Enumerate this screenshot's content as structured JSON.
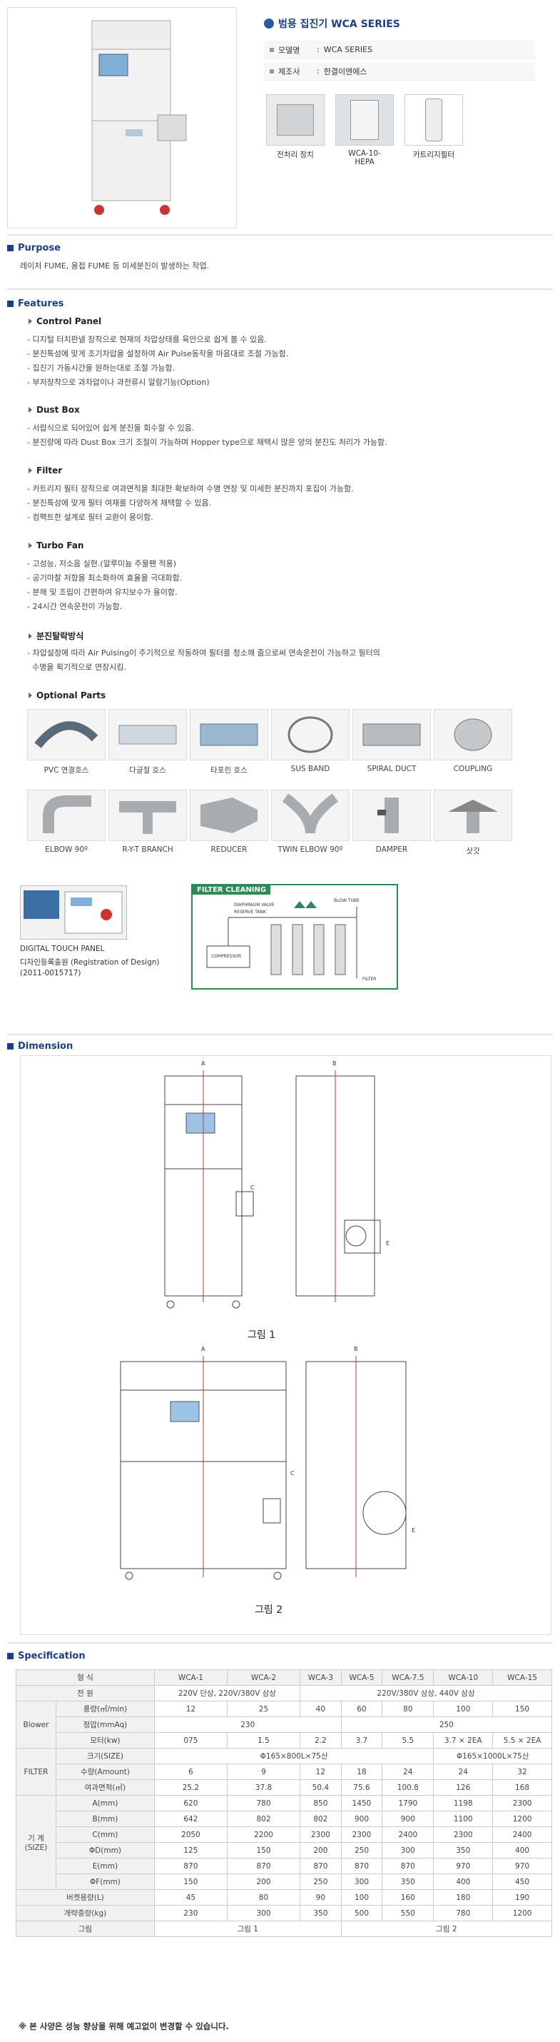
{
  "header": {
    "product_title": "범용 집진기 WCA SERIES",
    "info": [
      {
        "label": "모델명",
        "value": "WCA SERIES"
      },
      {
        "label": "제조사",
        "value": "한결이엔에스"
      }
    ],
    "thumbnails": [
      "전처리 장치",
      "WCA-10-HEPA",
      "카트리지필터"
    ]
  },
  "purpose": {
    "title": "Purpose",
    "text": "레이저 FUME, 용접 FUME 등 미세분진이 발생하는 작업."
  },
  "features": {
    "title": "Features",
    "groups": [
      {
        "title": "Control Panel",
        "lines": [
          "- 디지털 터치판넬 장착으로 현재의 차압상태를 육안으로 쉽게 볼 수 있음.",
          "- 분진특성에 맞게 조기차압을 설정하여 Air Pulse동작을 마음대로 조절 가능함.",
          "- 집진기 가동시간을 원하는대로 조절 가능함.",
          "- 부저장착으로 과차압이나 과전류시 알람기능(Option)"
        ]
      },
      {
        "title": "Dust Box",
        "lines": [
          "- 서랍식으로 되어있어 쉽게 분진을 회수할 수 있음.",
          "- 분진량에 따라 Dust Box 크기 조절이 가능하며 Hopper type으로 채택시 많은 양의 분진도 처리가 가능함."
        ]
      },
      {
        "title": "Filter",
        "lines": [
          "- 카트리지 필터 장착으로 여과면적을 최대한 확보하여 수명 연장 및 미세한 분진까지 포집이 가능함.",
          "- 분진특성에 맞게 필터 여재를 다양하게 채택할 수 있음.",
          "- 컴팩트한 설계로 필터 교환이 용이함."
        ]
      },
      {
        "title": "Turbo Fan",
        "lines": [
          "- 고성능, 저소음 실현.(알루미늄 주물팬 적용)",
          "- 공기마찰 저항을 최소화하여 효율을 극대화함.",
          "- 분해 및 조립이 간편하여 유지보수가 용이함.",
          "- 24시간 연속운전이 가능함."
        ]
      },
      {
        "title": "분진탈락방식",
        "lines": [
          "- 차압설정에 따라 Air Pulsing이 주기적으로 작동하여 필터를 청소해 줌으로써 연속운전이 가능하고 필터의",
          "  수명을 획기적으로 연장시킴."
        ]
      }
    ],
    "optional_parts_title": "Optional Parts",
    "parts_row1": [
      "PVC 연결호스",
      "다글절 호스",
      "타포린 호스",
      "SUS BAND",
      "SPIRAL DUCT",
      "COUPLING"
    ],
    "parts_row2": [
      "ELBOW 90º",
      "R-Y-T BRANCH",
      "REDUCER",
      "TWIN ELBOW 90º",
      "DAMPER",
      "삿갓"
    ]
  },
  "panel": {
    "label1": "DIGITAL TOUCH PANEL",
    "label2": "디자인등록출원 (Registration of Design)",
    "label3": "(2011-0015717)",
    "filter_title": "FILTER CLEANING",
    "filter_labels": [
      "DIAPHRAGM VALVE",
      "RESERVE TANK",
      "BLOW TUBE",
      "COMPRESSOR",
      "FILTER"
    ]
  },
  "dimension": {
    "title": "Dimension",
    "fig1": "그림 1",
    "fig2": "그림 2",
    "labels": [
      "A",
      "B",
      "C",
      "E",
      "A",
      "B",
      "C",
      "E"
    ]
  },
  "specification": {
    "title": "Specification",
    "models": [
      "WCA-1",
      "WCA-2",
      "WCA-3",
      "WCA-5",
      "WCA-7.5",
      "WCA-10",
      "WCA-15"
    ],
    "header_label": "형 식",
    "power_label": "전 원",
    "power_small": "220V 단상, 220V/380V 삼상",
    "power_large": "220V/380V 삼상, 440V 삼상",
    "blower_label": "Blower",
    "flow_label": "풍량(㎥/min)",
    "flow": [
      "12",
      "25",
      "40",
      "60",
      "80",
      "100",
      "150"
    ],
    "pressure_label": "정압(mmAq)",
    "pressure_small": "230",
    "pressure_large": "250",
    "motor_label": "모터(kw)",
    "motor": [
      "075",
      "1.5",
      "2.2",
      "3.7",
      "5.5",
      "3.7 × 2EA",
      "5.5 × 2EA"
    ],
    "filter_label": "FILTER",
    "size_label": "크기(SIZE)",
    "size_small": "Φ165×800L×75산",
    "size_large": "Φ165×1000L×75산",
    "amount_label": "수량(Amount)",
    "amount": [
      "6",
      "9",
      "12",
      "18",
      "24",
      "24",
      "32"
    ],
    "area_label": "여과면적(㎡)",
    "area": [
      "25.2",
      "37.8",
      "50.4",
      "75.6",
      "100.8",
      "126",
      "168"
    ],
    "machine_label": "기 계",
    "machine_label2": "(SIZE)",
    "dims": [
      {
        "label": "A(mm)",
        "values": [
          "620",
          "780",
          "850",
          "1450",
          "1790",
          "1198",
          "2300"
        ]
      },
      {
        "label": "B(mm)",
        "values": [
          "642",
          "802",
          "802",
          "900",
          "900",
          "1100",
          "1200"
        ]
      },
      {
        "label": "C(mm)",
        "values": [
          "2050",
          "2200",
          "2300",
          "2300",
          "2400",
          "2300",
          "2400"
        ]
      },
      {
        "label": "ΦD(mm)",
        "values": [
          "125",
          "150",
          "200",
          "250",
          "300",
          "350",
          "400"
        ]
      },
      {
        "label": "E(mm)",
        "values": [
          "870",
          "870",
          "870",
          "870",
          "870",
          "970",
          "970"
        ]
      },
      {
        "label": "ΦF(mm)",
        "values": [
          "150",
          "200",
          "250",
          "300",
          "350",
          "400",
          "450"
        ]
      }
    ],
    "dustbox_label": "버켓용량(L)",
    "dustbox": [
      "45",
      "80",
      "90",
      "100",
      "160",
      "180",
      "190"
    ],
    "weight_label": "개략중량(kg)",
    "weight": [
      "230",
      "300",
      "350",
      "500",
      "550",
      "780",
      "1200"
    ],
    "figure_label": "그림",
    "figure_small": "그림 1",
    "figure_large": "그림 2",
    "note": "※ 본 사양은 성능 향상을 위해 예고없이 변경할 수 있습니다."
  }
}
